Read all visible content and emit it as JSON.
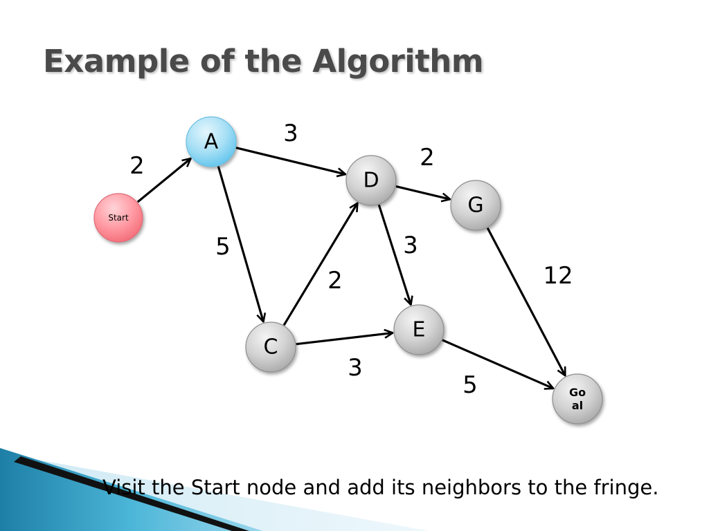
{
  "title": "Example of the Algorithm",
  "caption": "Visit the Start node and add its neighbors to the fringe.",
  "colors": {
    "title_text": "#4a4a4a",
    "start_node": "#f56b77",
    "highlight_node": "#6ccaf0",
    "default_node": "#b8b8b8",
    "edge": "#000000",
    "decor_blue": "#2e9fc4",
    "decor_light": "#d6eef7"
  },
  "graph": {
    "nodes": [
      {
        "id": "start",
        "label": "Start",
        "state": "start"
      },
      {
        "id": "A",
        "label": "A",
        "state": "highlight"
      },
      {
        "id": "D",
        "label": "D",
        "state": "default"
      },
      {
        "id": "G",
        "label": "G",
        "state": "default"
      },
      {
        "id": "C",
        "label": "C",
        "state": "default"
      },
      {
        "id": "E",
        "label": "E",
        "state": "default"
      },
      {
        "id": "goal",
        "label": "Go\nal",
        "state": "goal"
      }
    ],
    "edges": [
      {
        "from": "start",
        "to": "A",
        "weight": "2"
      },
      {
        "from": "A",
        "to": "D",
        "weight": "3"
      },
      {
        "from": "A",
        "to": "C",
        "weight": "5"
      },
      {
        "from": "D",
        "to": "G",
        "weight": "2"
      },
      {
        "from": "D",
        "to": "E",
        "weight": "3"
      },
      {
        "from": "C",
        "to": "D",
        "weight": "2"
      },
      {
        "from": "C",
        "to": "E",
        "weight": "3"
      },
      {
        "from": "G",
        "to": "goal",
        "weight": "12"
      },
      {
        "from": "E",
        "to": "goal",
        "weight": "5"
      }
    ]
  }
}
